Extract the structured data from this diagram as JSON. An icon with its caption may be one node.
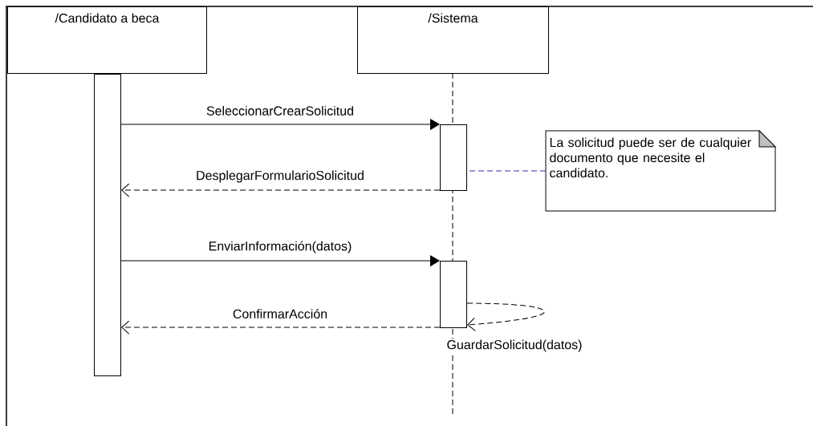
{
  "diagram": {
    "nodes": [
      {
        "text": [
          "/Candidato a beca"
        ]
      },
      {
        "text": [
          "/Sistema"
        ]
      },
      {
        "text": [],
        "shape": "bar"
      },
      {
        "text": [],
        "shape": "bar"
      },
      {
        "text": [],
        "shape": "bar"
      },
      {
        "text": [
          "La solicitud puede ser de cualquier documento que necesite el candidato."
        ]
      }
    ],
    "edges": [
      {
        "from": 2,
        "to": 3,
        "arrow": "to",
        "label": "SeleccionarCrearSolicitud"
      },
      {
        "from": 3,
        "to": 2,
        "arrow": "to",
        "label": "DesplegarFormularioSolicitud",
        "style": "dashed"
      },
      {
        "from": 2,
        "to": 4,
        "arrow": "to",
        "label": "EnviarInformación(datos)"
      },
      {
        "from": 4,
        "to": 2,
        "arrow": "to",
        "label": "ConfirmarAcción",
        "style": "dashed"
      },
      {
        "from": 4,
        "to": 4,
        "arrow": "to",
        "label": "GuardarSolicitud(datos)",
        "style": "dashed"
      },
      {
        "from": 5,
        "to": 3,
        "arrow": "none",
        "style": "dashed",
        "color": "#333399"
      }
    ]
  }
}
